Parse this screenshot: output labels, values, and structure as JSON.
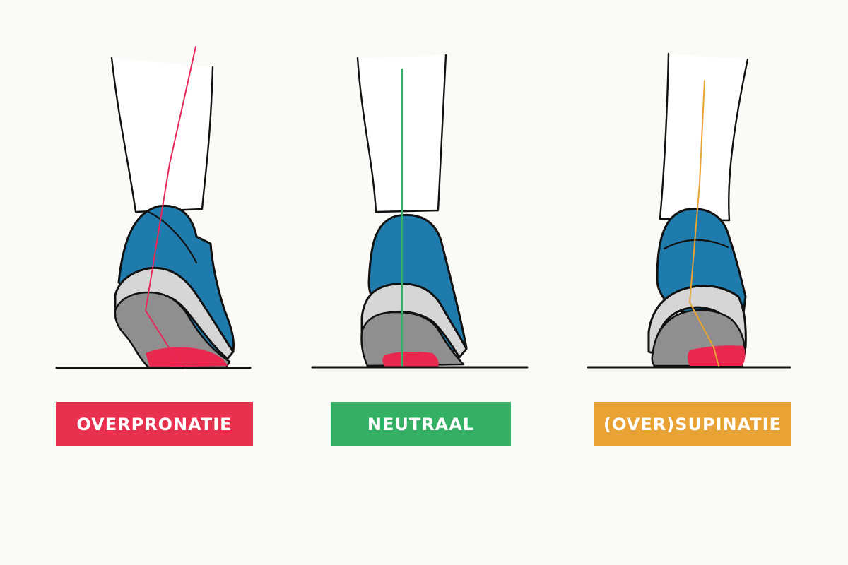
{
  "colors": {
    "background": "#fbfaf7",
    "shoe_blue": "#1e7bab",
    "midsole_grey": "#d6d6d6",
    "outsole_grey": "#8f8f8f",
    "contact_red": "#e8284f",
    "outline": "#111111"
  },
  "panels": [
    {
      "label": "OVERPRONATIE",
      "label_color": "#e8304f",
      "axis_color": "#e8285a"
    },
    {
      "label": "NEUTRAAL",
      "label_color": "#34b064",
      "axis_color": "#34b064"
    },
    {
      "label": "(OVER)SUPINATIE",
      "label_color": "#e9a234",
      "axis_color": "#e9a234"
    }
  ]
}
